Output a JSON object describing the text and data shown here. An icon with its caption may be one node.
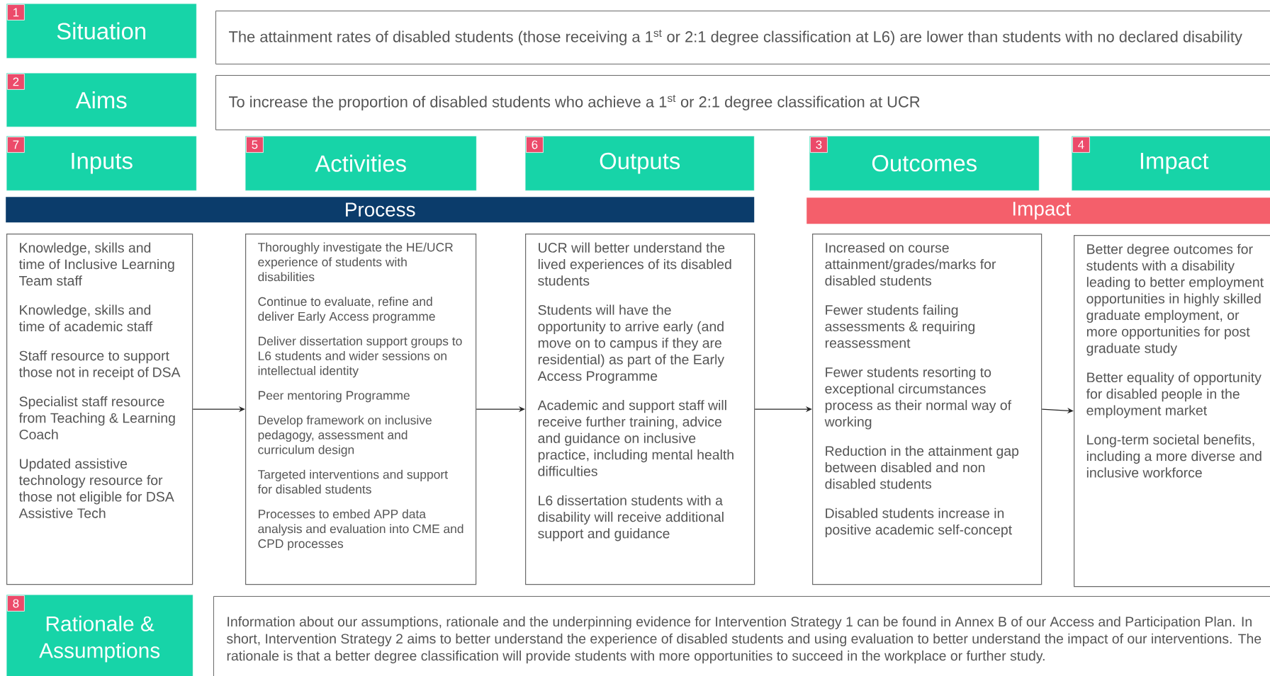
{
  "diagram": {
    "nodes": [
      {
        "text": [
          "Situation"
        ]
      },
      {
        "text": [
          "1"
        ],
        "in": 0
      },
      {
        "text": [
          "The attainment rates of disabled students (those receiving a 1$^{st}$ or 2:1 degree classification at L6) are lower than students with no declared disability"
        ]
      },
      {
        "text": [
          "Aims"
        ]
      },
      {
        "text": [
          "2"
        ],
        "in": 3
      },
      {
        "text": [
          "To increase the proportion of disabled students who achieve a 1$^{st}$ or 2:1 degree classification at UCR"
        ]
      },
      {
        "text": [
          "Inputs"
        ]
      },
      {
        "text": [
          "7"
        ],
        "in": 6
      },
      {
        "text": [
          "Activities"
        ]
      },
      {
        "text": [
          "5"
        ],
        "in": 8
      },
      {
        "text": [
          "Outputs"
        ]
      },
      {
        "text": [
          "6"
        ],
        "in": 10
      },
      {
        "text": [
          "Outcomes"
        ]
      },
      {
        "text": [
          "3"
        ],
        "in": 12
      },
      {
        "text": [
          "Impact"
        ]
      },
      {
        "text": [
          "4"
        ],
        "in": 14
      },
      {
        "text": [
          "Process"
        ]
      },
      {
        "text": [
          "Impact"
        ]
      },
      {
        "text": [
          "Knowledge, skills and time of Inclusive Learning Team staff",
          "Knowledge, skills and time of academic staff",
          "Staff resource to support those not in receipt of DSA",
          "Specialist staff resource from Teaching & Learning Coach",
          "Updated assistive technology resource for those not eligible for DSA Assistive Tech"
        ]
      },
      {
        "text": [
          "Thoroughly investigate the HE/UCR experience of students with disabilities",
          "Continue to evaluate, refine and deliver Early Access programme",
          "Deliver dissertation support groups to L6 students and wider sessions on intellectual identity",
          "Peer mentoring Programme",
          "Develop framework on inclusive pedagogy, assessment and curriculum design",
          "Targeted interventions and support for disabled students",
          "Processes to embed APP data analysis and evaluation into CME and CPD processes"
        ]
      },
      {
        "text": [
          "UCR will better understand the lived experiences of its disabled students",
          "Students will have the opportunity to arrive early (and move on to campus if they are residential) as part of the Early Access Programme",
          "Academic and support staff will receive further training, advice and guidance on inclusive practice, including mental health difficulties",
          "L6 dissertation students with a disability will receive additional support and guidance"
        ]
      },
      {
        "text": [
          "Increased on course attainment/grades/marks for disabled students",
          "Fewer students failing assessments & requiring reassessment",
          "Fewer students resorting to exceptional circumstances process as their normal way of working",
          "Reduction in the attainment gap between disabled and non disabled students",
          "Disabled students increase in positive academic self-concept"
        ]
      },
      {
        "text": [
          "Better degree outcomes for students with a disability leading to better employment opportunities in highly skilled graduate employment, or more opportunities for post graduate study",
          "Better equality of opportunity for disabled people in the employment market",
          "Long-term societal benefits, including a more diverse and inclusive workforce"
        ]
      },
      {
        "text": [
          "Rationale & Assumptions"
        ]
      },
      {
        "text": [
          "8"
        ],
        "in": 23
      },
      {
        "text": [
          "Information about our assumptions, rationale and the underpinning evidence for Intervention Strategy 1 can be found in Annex B of our Access and Participation Plan. In short, Intervention Strategy 2 aims to better understand the experience of disabled students and using evaluation to better understand the impact of our interventions. The rationale is that a better degree classification will provide students with more opportunities to succeed in the workplace or further study."
        ]
      }
    ],
    "edges": [
      {
        "from": 18,
        "to": 19,
        "arrow": "to"
      },
      {
        "from": 19,
        "to": 20,
        "arrow": "to"
      },
      {
        "from": 20,
        "to": 21,
        "arrow": "to"
      },
      {
        "from": 21,
        "to": 22,
        "arrow": "to"
      }
    ]
  }
}
